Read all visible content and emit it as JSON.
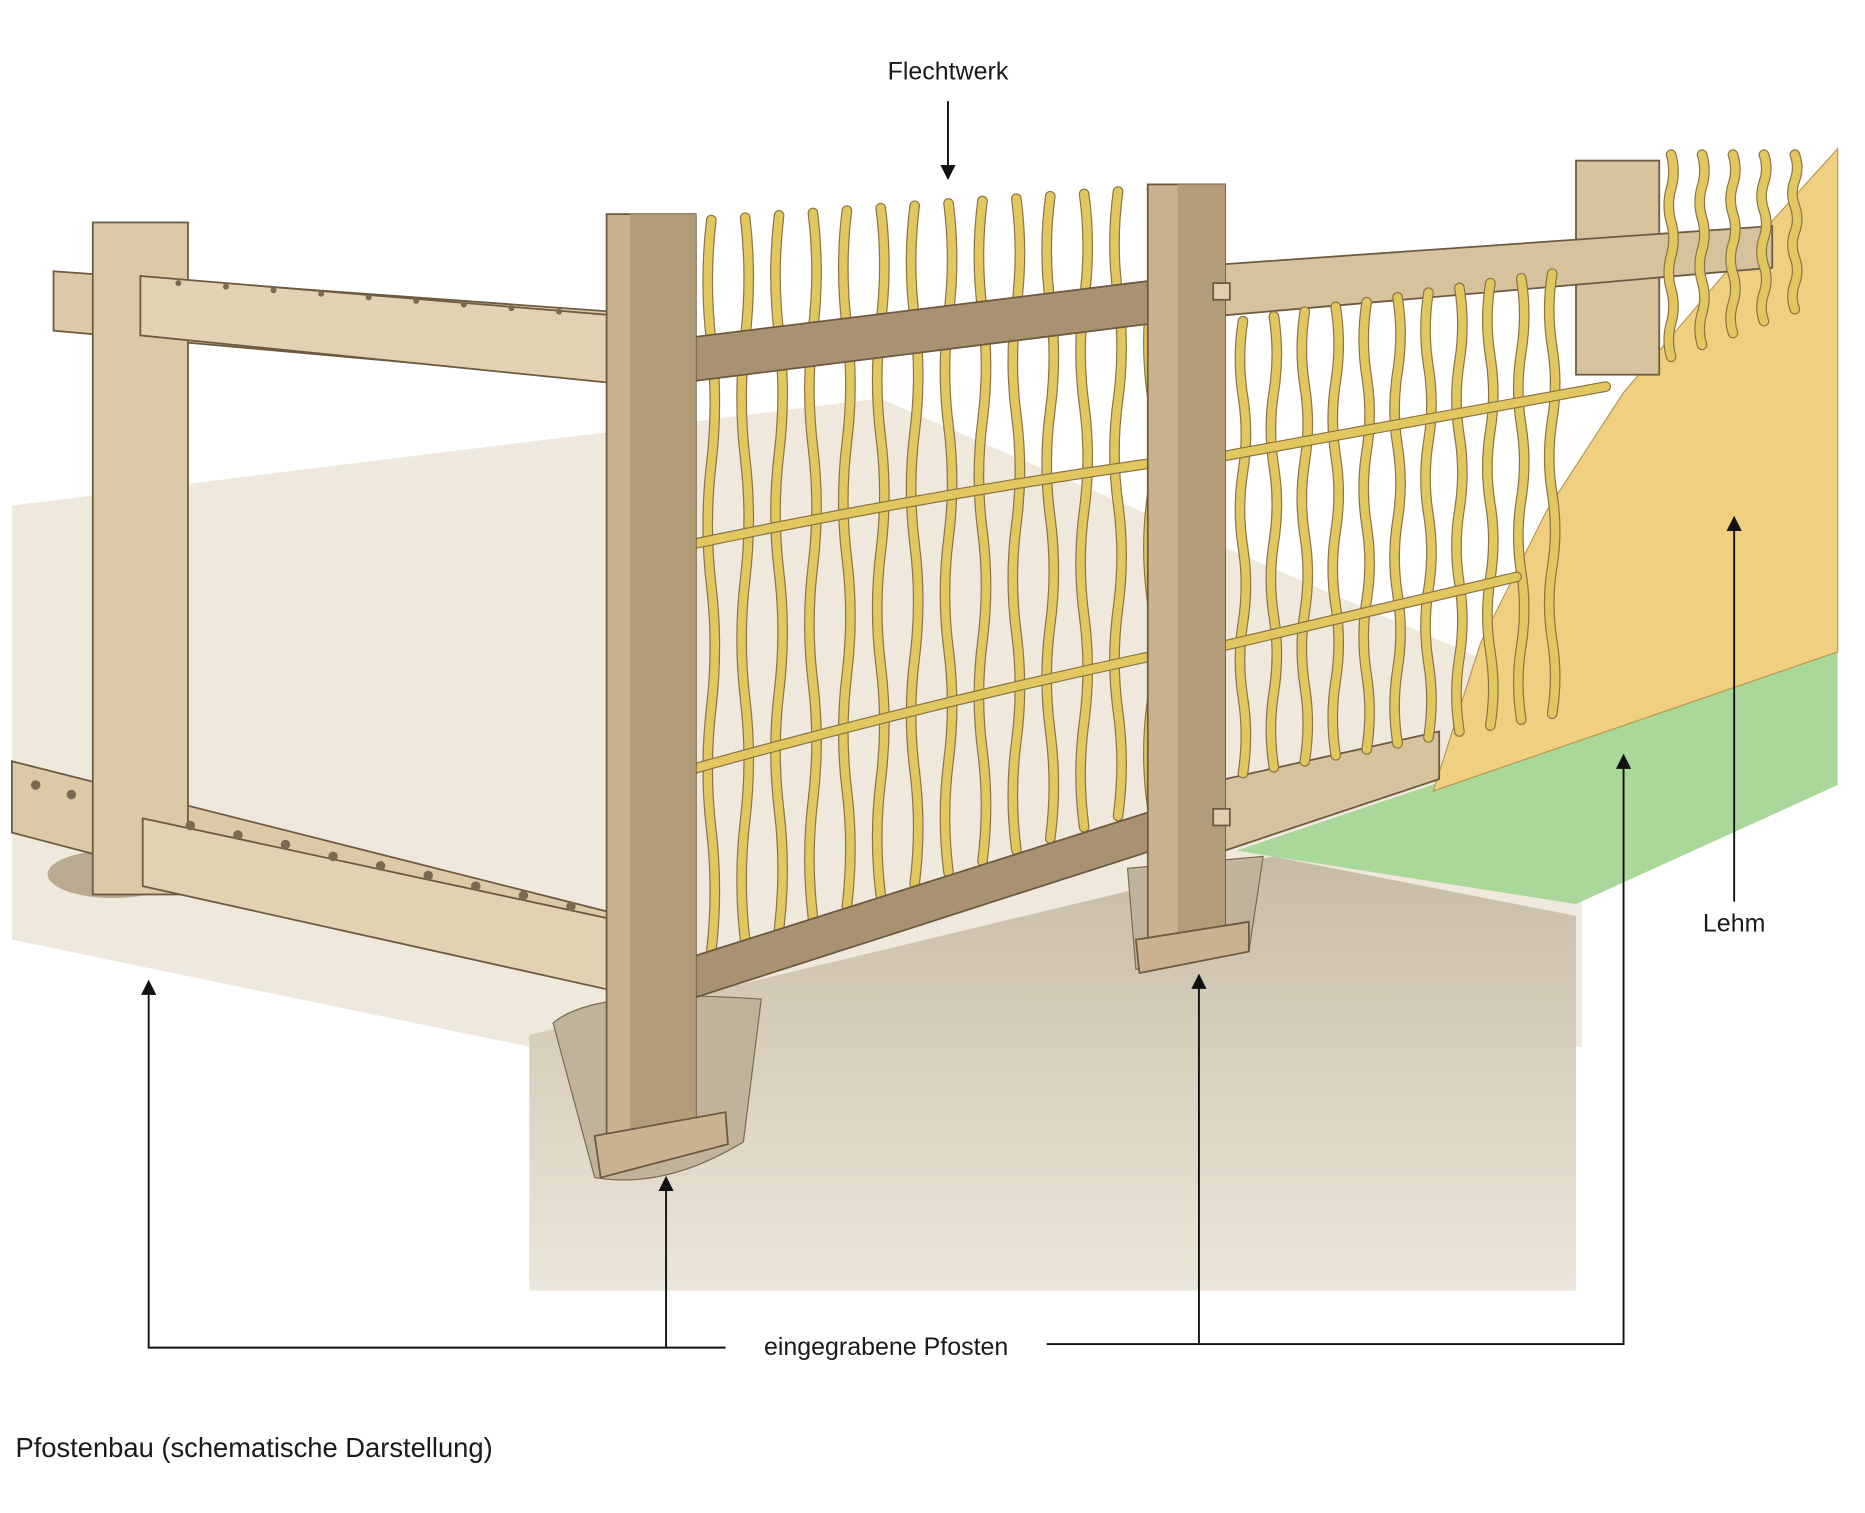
{
  "labels": {
    "wattle": "Flechtwerk",
    "clay": "Lehm",
    "posts": "eingegrabene Pfosten"
  },
  "caption": "Pfostenbau (schematische Darstellung)",
  "colors": {
    "wood": "#d6c29c",
    "wood_dark": "#a89272",
    "wattle": "#e2c660",
    "clay": "#f0cf80",
    "grass": "#a9d899",
    "ground": "#efe8dd",
    "trench": "#d3c9b6"
  }
}
